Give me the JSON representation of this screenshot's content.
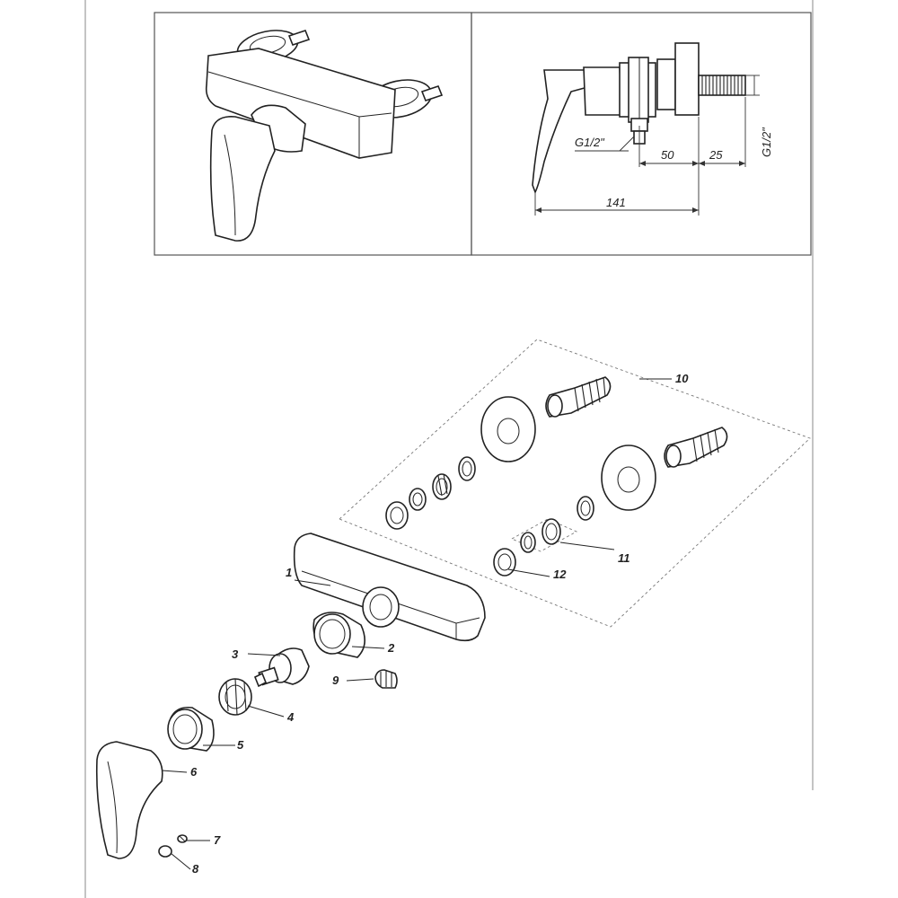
{
  "dimensions": {
    "thread_left": "G1/2\"",
    "thread_right": "G1/2\"",
    "d50": "50",
    "d25": "25",
    "d141": "141"
  },
  "callouts": {
    "p1": "1",
    "p2": "2",
    "p3": "3",
    "p4": "4",
    "p5": "5",
    "p6": "6",
    "p7": "7",
    "p8": "8",
    "p9": "9",
    "p10": "10",
    "p11": "11",
    "p12": "12"
  }
}
